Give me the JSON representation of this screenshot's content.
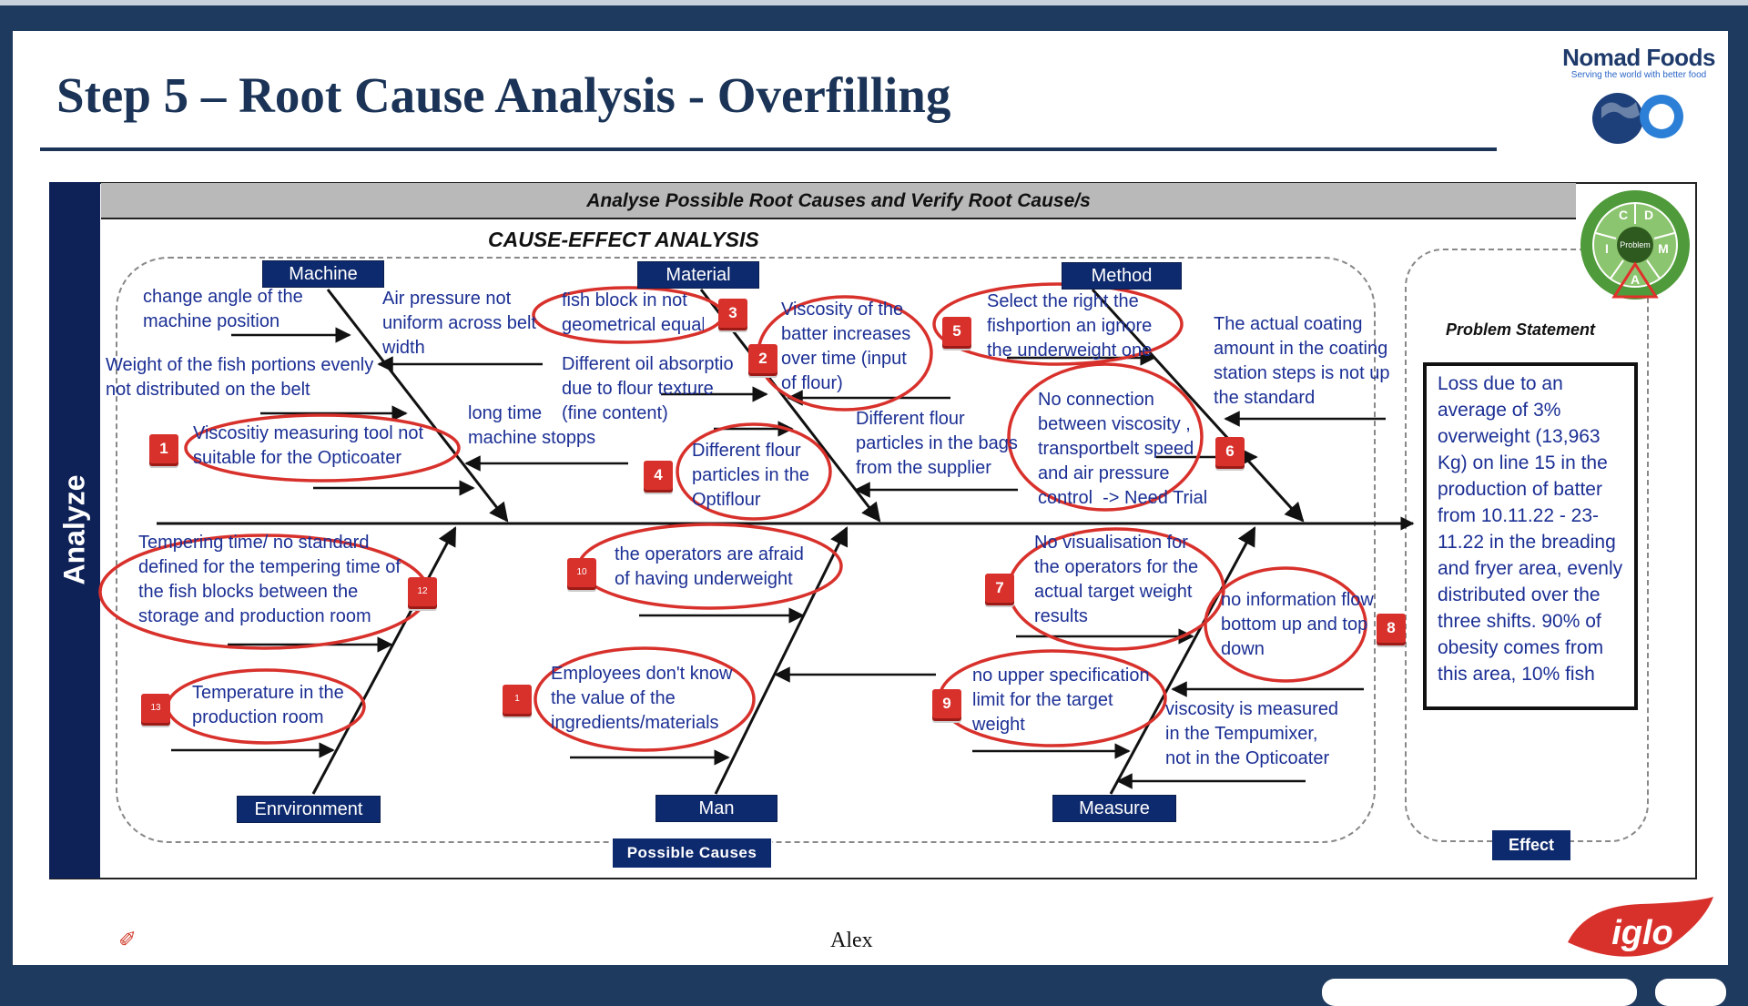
{
  "slide": {
    "title": "Step 5 – Root Cause Analysis - Overfilling",
    "brand_name": "Nomad Foods",
    "brand_tagline": "Serving the world with better food",
    "iglo_logo": "iglo",
    "footer_author": "Alex"
  },
  "analysis": {
    "side_label": "Analyze",
    "header": "Analyse Possible Root Causes and Verify Root Cause/s",
    "subtitle": "CAUSE-EFFECT ANALYSIS",
    "possible_causes_label": "Possible Causes",
    "effect_label": "Effect",
    "problem_title": "Problem Statement",
    "problem_text": "Loss due to an average of 3% overweight (13,963 Kg) on line 15 in the production of batter from 10.11.22 - 23-11.22 in the breading and fryer area, evenly distributed over the three shifts. 90% of obesity comes from this area, 10% fish"
  },
  "pdca_cycle": {
    "center": "Problem",
    "letters": [
      "C",
      "D",
      "I",
      "M",
      "A"
    ]
  },
  "categories": {
    "machine": "Machine",
    "material": "Material",
    "method": "Method",
    "environment": "Enrvironment",
    "man": "Man",
    "measure": "Measure"
  },
  "causes": {
    "c_change_angle": "change angle of the\nmachine position",
    "c_air_pressure": "Air pressure not\nuniform across belt\nwidth",
    "c_weight_dist": "Weight of the fish portions evenly\nnot distributed on the belt",
    "c_visc_tool": "Viscositiy measuring tool not\nsuitable for the Opticoater",
    "c_long_time": "long time\nmachine stopps",
    "c_fish_block": "fish block in not\ngeometrical equal",
    "c_oil_absorb": "Different oil absorption\ndue to flour texture\n(fine content)",
    "c_diff_flour": "Different flour\nparticles in the\nOptiflour",
    "c_visc_batter": "Viscosity of the\nbatter increases\nover time (input\nof flour)",
    "c_flour_bags": "Different flour\nparticles in the bags\nfrom the supplier",
    "c_select_fish": "Select the right the\nfishportion an ignore\nthe underweight one",
    "c_no_connection": "No connection\nbetween viscosity ,\ntransportbelt speed\nand air pressure\ncontrol  -> Need Trial",
    "c_coating": "The actual coating\namount in the coating\nstation steps is not up\nthe standard",
    "c_tempering": "Tempering time/ no standard\ndefined for the tempering time of\nthe fish blocks between the\nstorage and production room",
    "c_temp_room": "Temperature in the\nproduction room",
    "c_afraid": "the operators are afraid\nof having underweight",
    "c_employees": "Employees don't know\nthe value of the\ningredients/materials",
    "c_no_visual": "No visualisation for\nthe operators for the\nactual target weight\nresults",
    "c_no_info": "no information flow\nbottom up and top\ndown",
    "c_upper_spec": "no upper specification\nlimit for the target\nweight",
    "c_visc_measured": "viscosity is measured\nin the Tempumixer,\nnot in the Opticoater"
  },
  "badges": {
    "b1": "1",
    "b2": "2",
    "b3": "3",
    "b4": "4",
    "b5": "5",
    "b6": "6",
    "b7": "7",
    "b8": "8",
    "b9": "9",
    "b10": "10",
    "b11": "1",
    "b12": "12",
    "b13": "13"
  },
  "colors": {
    "navy": "#0e2a6e",
    "text_blue": "#1b2f94",
    "highlight_red": "#d8312c",
    "title": "#1a3356"
  }
}
